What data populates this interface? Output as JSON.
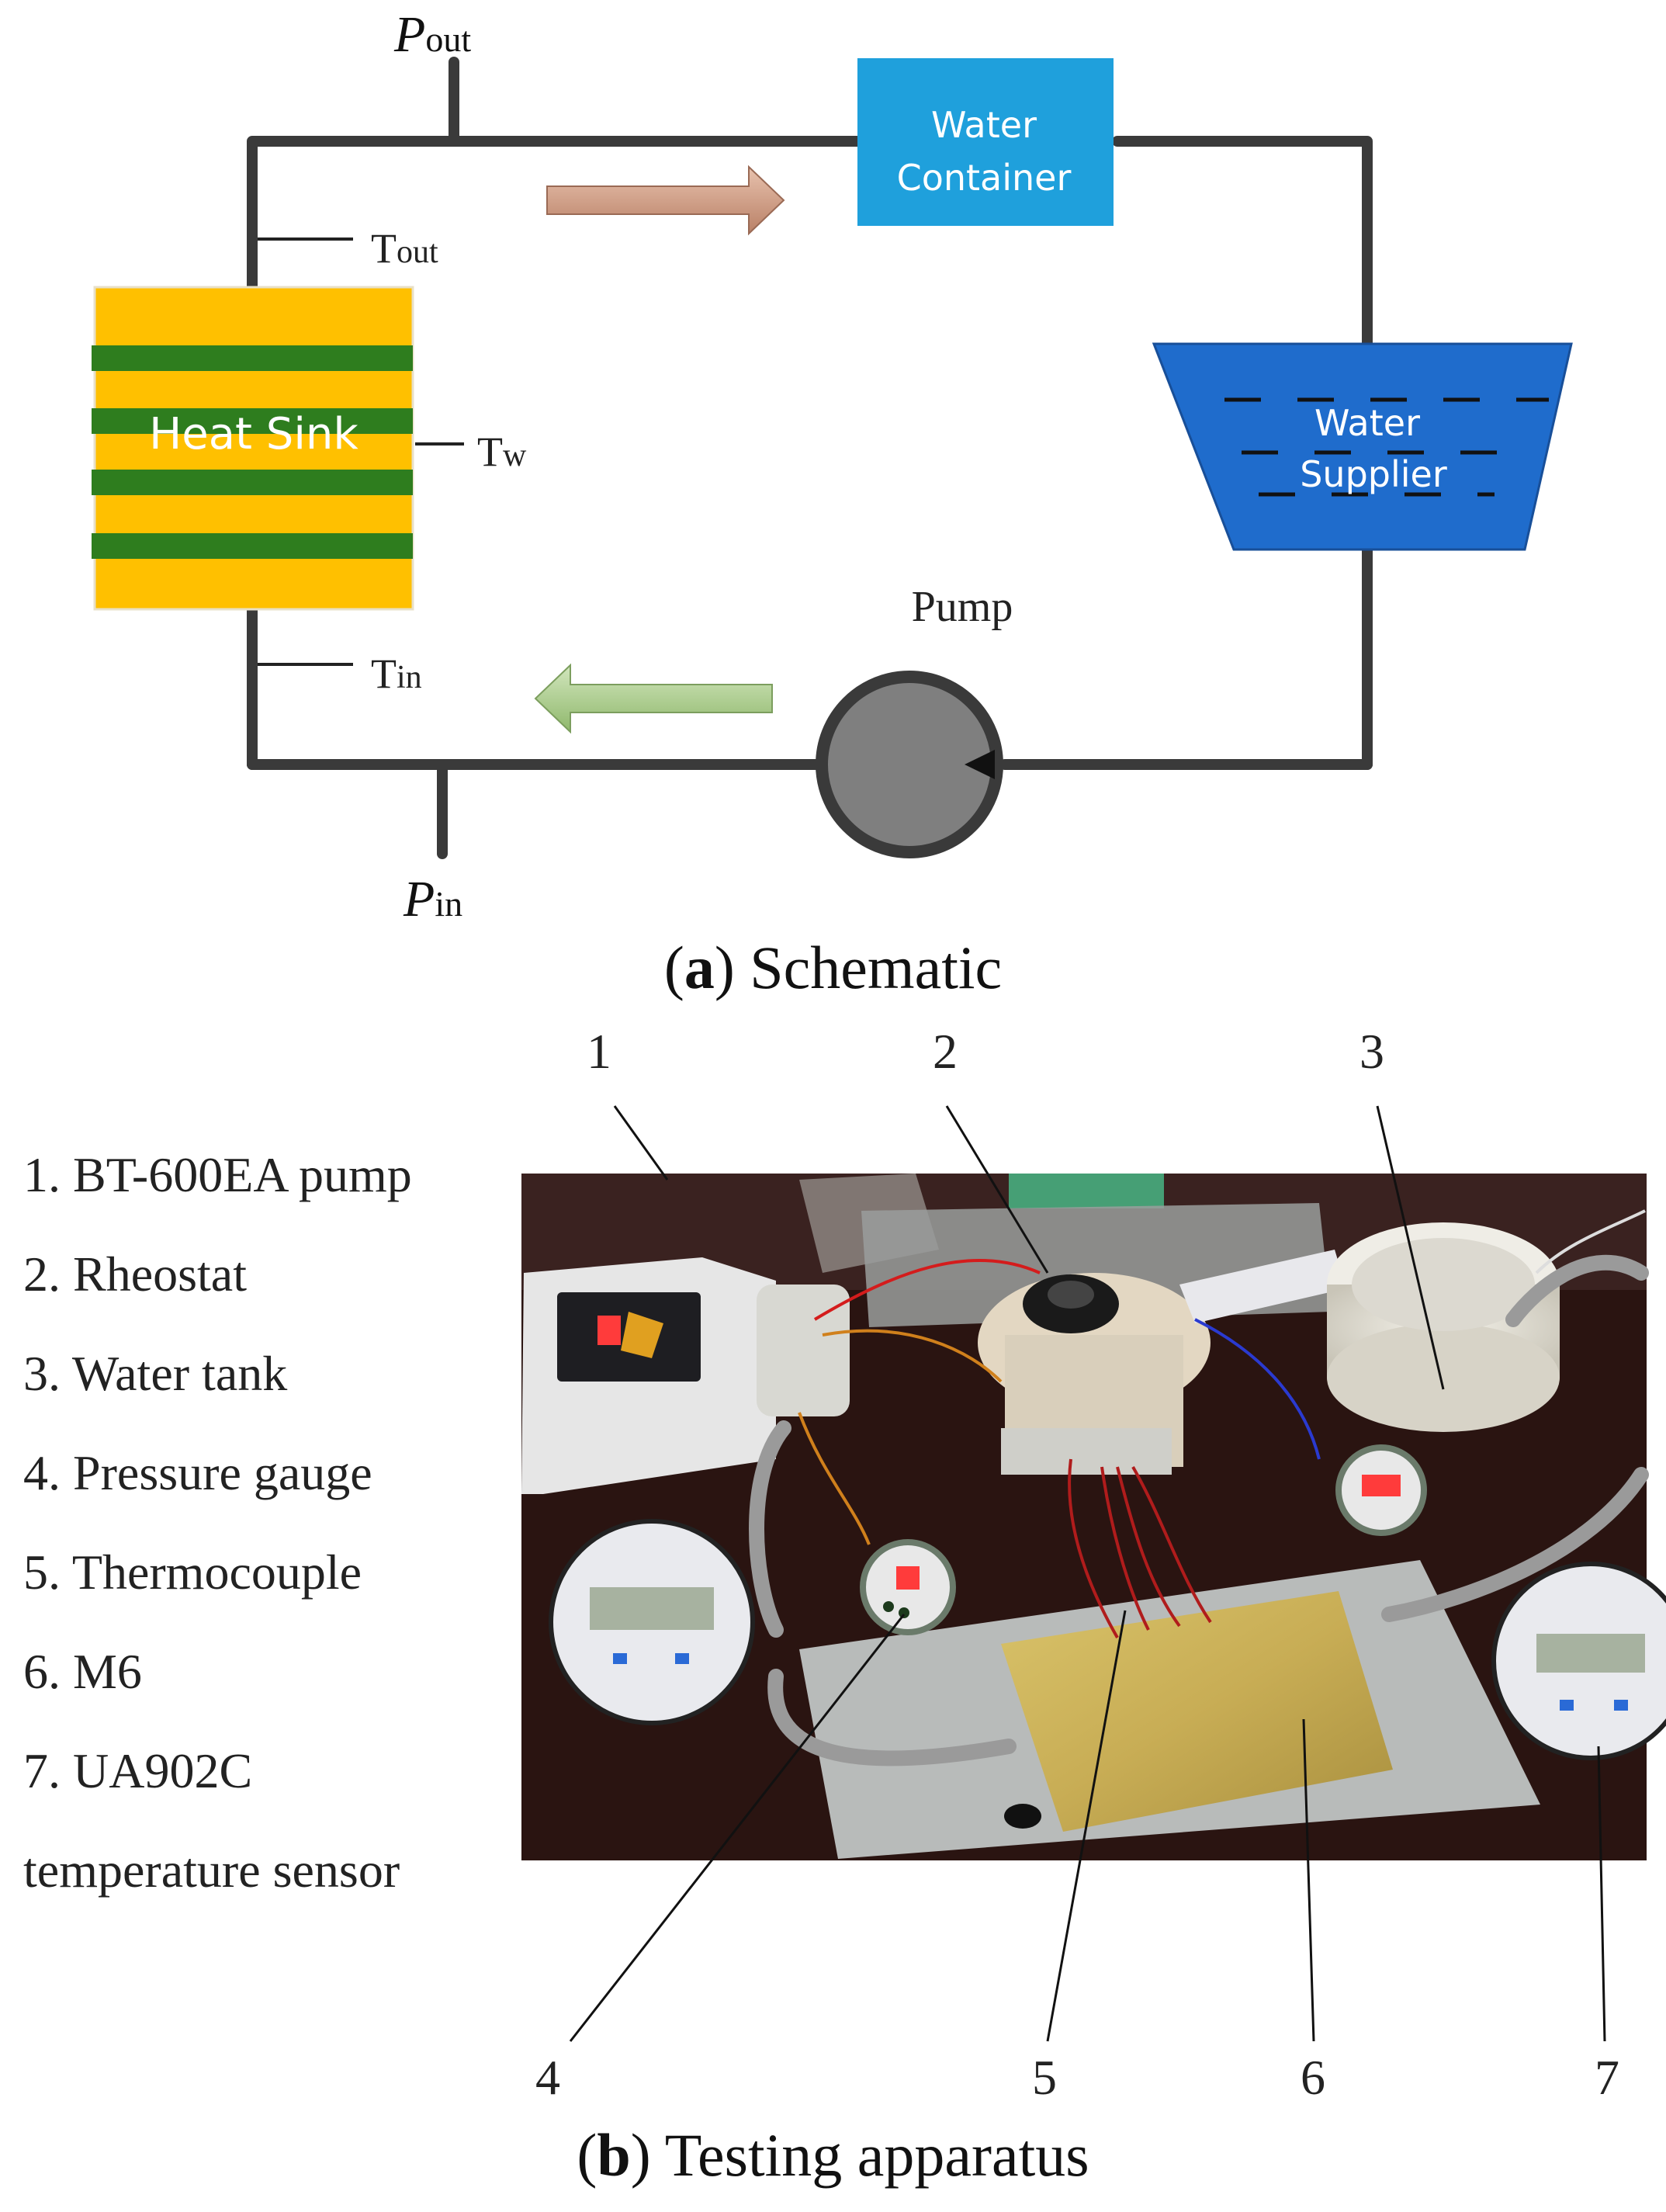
{
  "schematic": {
    "labels": {
      "p_out_main": "P",
      "p_out_sub": "out",
      "p_in_main": "P",
      "p_in_sub": "in",
      "t_out_main": "T",
      "t_out_sub": "out",
      "t_w_main": "T",
      "t_w_sub": "w",
      "t_in_main": "T",
      "t_in_sub": "in",
      "pump": "Pump",
      "heat_sink": "Heat Sink",
      "water_container_line1": "Water",
      "water_container_line2": "Container",
      "water_supplier_line1": "Water",
      "water_supplier_line2": "Supplier"
    },
    "colors": {
      "pipe": "#3a3a3a",
      "heat_sink_yellow": "#ffc000",
      "heat_sink_green": "#2e7d1e",
      "container": "#1fa0dc",
      "supplier": "#1f6ccc",
      "pump_fill": "#7f7f7f",
      "arrow_out": "#d6a48c",
      "arrow_in": "#b7d39a"
    },
    "caption_letter": "a",
    "caption_text": "Schematic"
  },
  "apparatus": {
    "legend": [
      "1. BT-600EA pump",
      "2. Rheostat",
      "3. Water tank",
      "4. Pressure gauge",
      "5. Thermocouple",
      "6. M6",
      "7. UA902C",
      "temperature sensor"
    ],
    "callouts": [
      "1",
      "2",
      "3",
      "4",
      "5",
      "6",
      "7"
    ],
    "caption_letter": "b",
    "caption_text": "Testing apparatus"
  }
}
